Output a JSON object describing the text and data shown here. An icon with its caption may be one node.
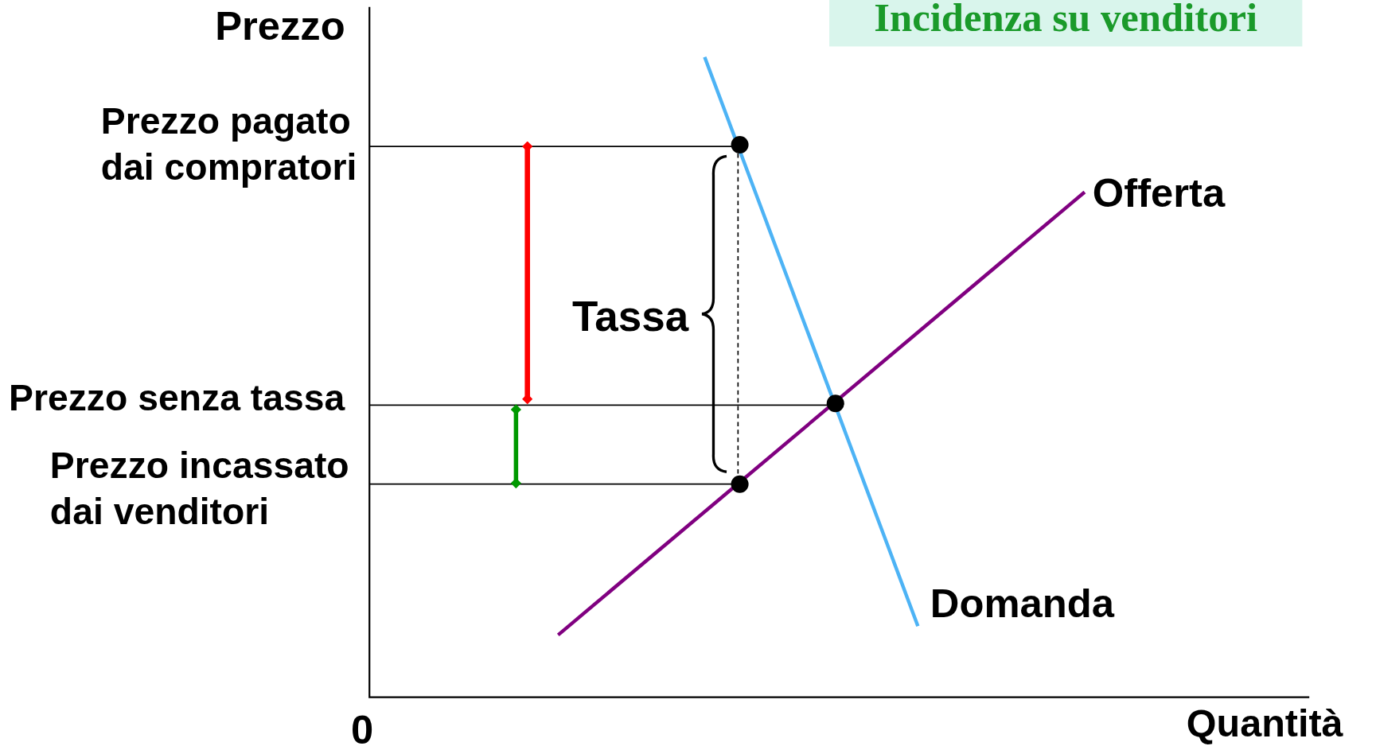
{
  "diagram": {
    "title": "Incidenza su venditori",
    "labels": [
      "Prezzo",
      "Prezzo pagato dai compratori",
      "Offerta",
      "Tassa",
      "Prezzo senza tassa",
      "Prezzo incassato dai venditori",
      "Domanda",
      "0",
      "Quantità"
    ]
  }
}
